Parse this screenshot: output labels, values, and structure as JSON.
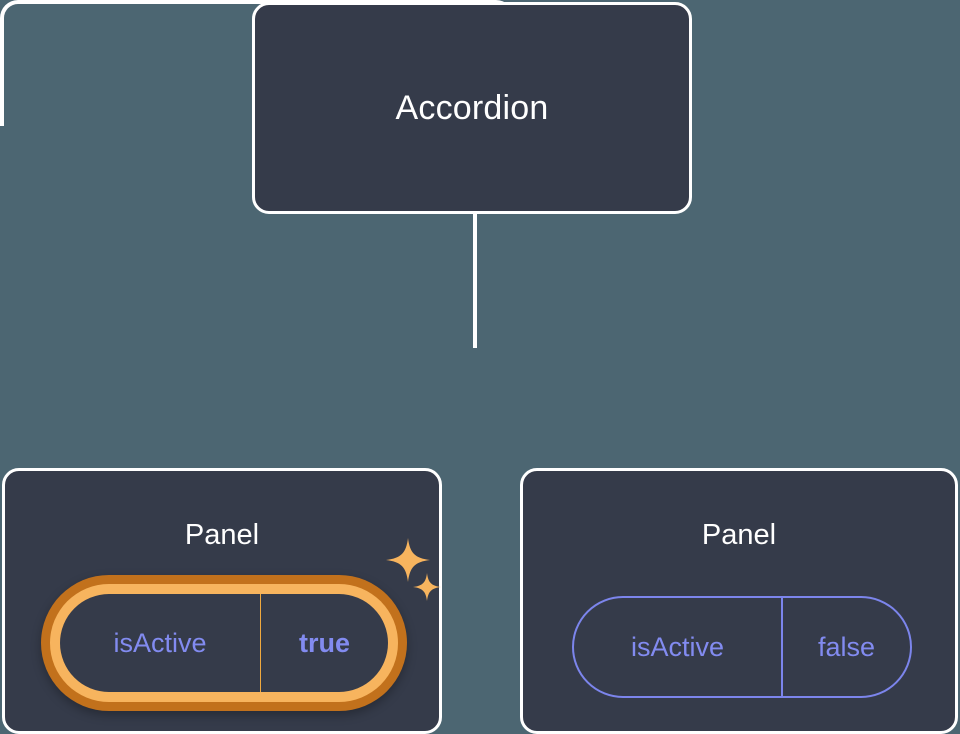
{
  "diagram": {
    "type": "component-tree",
    "background_color": "#4c6672",
    "card_fill_color": "#353b4a",
    "card_border_color": "#ffffff",
    "connector_color": "#ffffff",
    "root": {
      "title": "Accordion"
    },
    "children": [
      {
        "title": "Panel",
        "highlighted": true,
        "prop": {
          "key": "isActive",
          "value": "true",
          "value_bold": true,
          "key_color": "#828bf0",
          "value_color": "#828bf0",
          "outline_color": "#f7b45e",
          "glow_color": "#c2711c"
        },
        "sparkles": [
          {
            "name": "sparkle-big"
          },
          {
            "name": "sparkle-small"
          }
        ]
      },
      {
        "title": "Panel",
        "highlighted": false,
        "prop": {
          "key": "isActive",
          "value": "false",
          "value_bold": false,
          "key_color": "#828bf0",
          "value_color": "#828bf0",
          "outline_color": "#7c85ec"
        }
      }
    ]
  }
}
